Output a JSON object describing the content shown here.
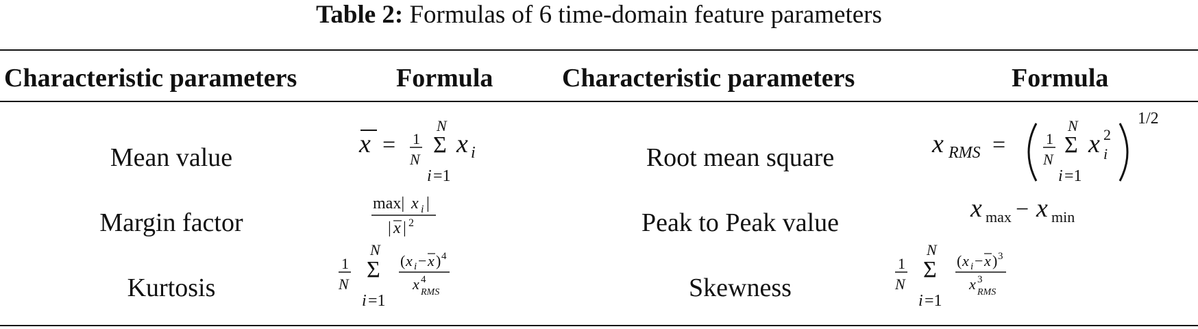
{
  "caption": {
    "label": "Table 2:",
    "text": "Formulas of 6 time-domain feature parameters"
  },
  "headers": [
    "Characteristic parameters",
    "Formula",
    "Characteristic parameters",
    "Formula"
  ],
  "rows": [
    {
      "left_param": "Mean value",
      "right_param": "Root mean square"
    },
    {
      "left_param": "Margin factor",
      "right_param": "Peak to Peak value"
    },
    {
      "left_param": "Kurtosis",
      "right_param": "Skewness"
    }
  ]
}
